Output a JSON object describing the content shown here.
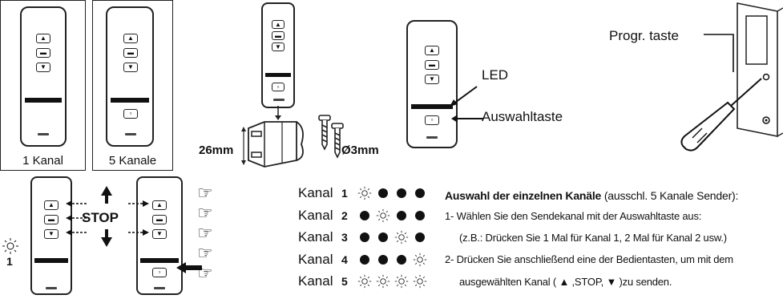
{
  "panel1": {
    "caption_1": "1 Kanal",
    "caption_5": "5 Kanale"
  },
  "mount": {
    "dim_height": "26mm",
    "dim_screw": "Ø3mm"
  },
  "callouts": {
    "led": "LED",
    "select_key": "Auswahltaste",
    "prog_key": "Progr. taste"
  },
  "stop_diagram": {
    "stop_label": "STOP",
    "led_number": "1"
  },
  "channels": {
    "label": "Kanal",
    "rows": [
      {
        "num": "1",
        "pattern": [
          "on",
          "off",
          "off",
          "off"
        ]
      },
      {
        "num": "2",
        "pattern": [
          "off",
          "on",
          "off",
          "off"
        ]
      },
      {
        "num": "3",
        "pattern": [
          "off",
          "off",
          "on",
          "off"
        ]
      },
      {
        "num": "4",
        "pattern": [
          "off",
          "off",
          "off",
          "on"
        ]
      },
      {
        "num": "5",
        "pattern": [
          "on",
          "on",
          "on",
          "on"
        ]
      }
    ]
  },
  "instructions": {
    "title_bold": "Auswahl der einzelnen Kanäle",
    "title_rest": " (ausschl. 5 Kanale Sender):",
    "step1": "1- Wählen Sie den Sendekanal mit der Auswahltaste aus:",
    "step1_example": "(z.B.: Drücken Sie 1 Mal für Kanal 1, 2 Mal für Kanal 2 usw.)",
    "step2": "2- Drücken Sie anschließend eine der Bedientasten, um mit dem",
    "step2_cont": "ausgewählten Kanal ( ▲ ,STOP, ▼ )zu senden."
  }
}
